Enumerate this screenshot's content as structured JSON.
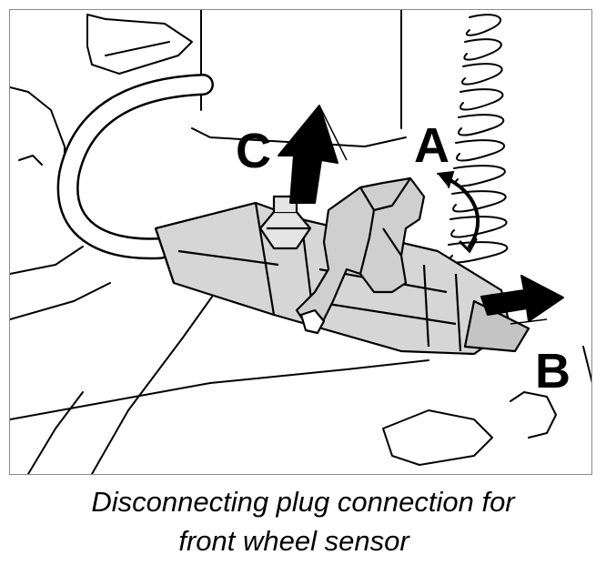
{
  "figure": {
    "callouts": {
      "a": "A",
      "b": "B",
      "c": "C"
    },
    "caption": {
      "line1": "Disconnecting plug connection for",
      "line2": "front wheel sensor"
    }
  }
}
